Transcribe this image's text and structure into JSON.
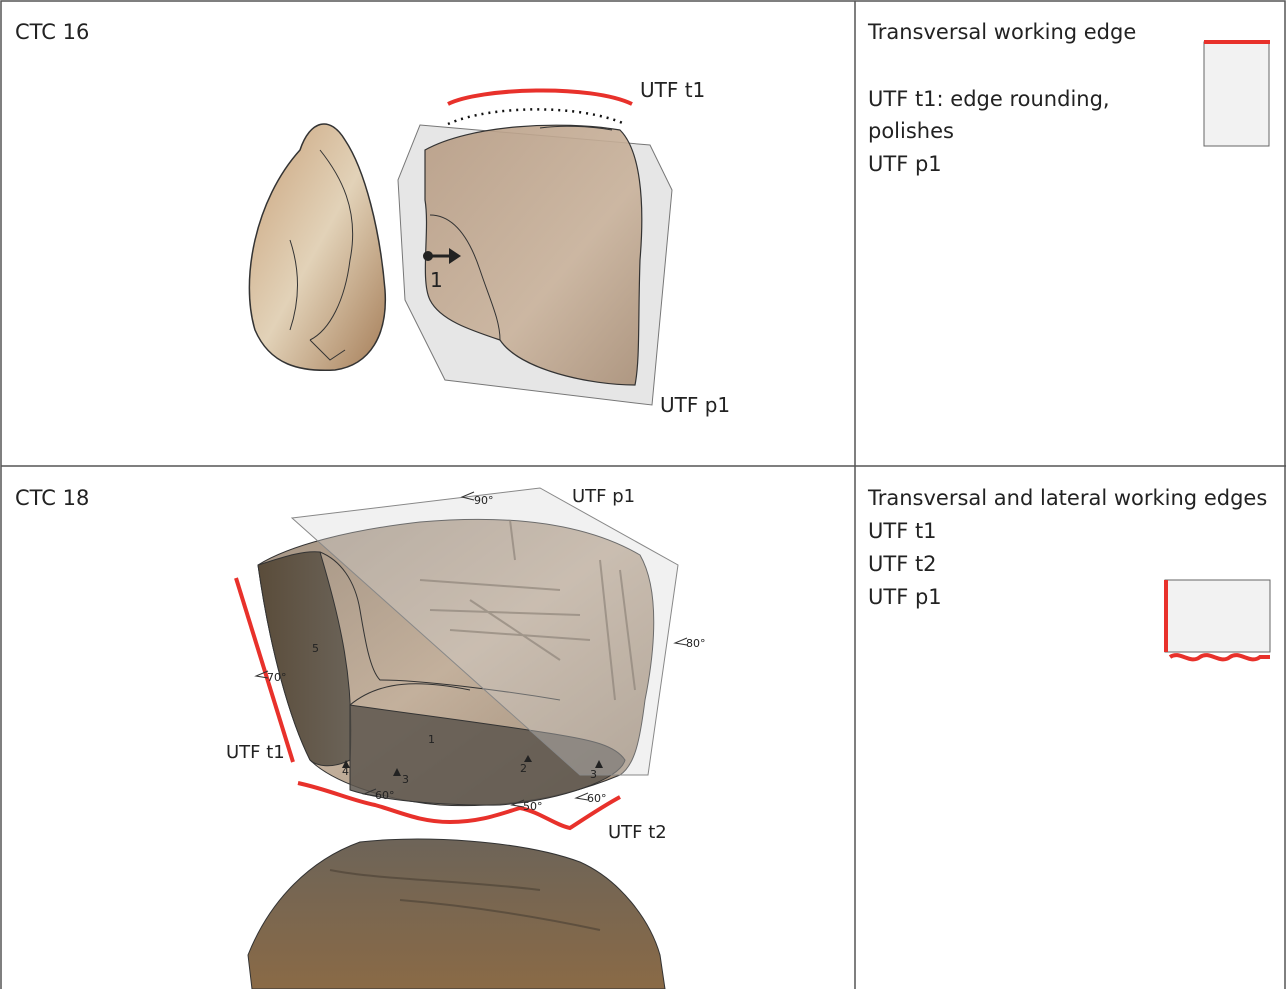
{
  "row1": {
    "id_label": "CTC 16",
    "annotations": {
      "utf_t1": "UTF t1",
      "utf_p1": "UTF p1",
      "scar_number": "1"
    },
    "description": [
      "Transversal working edge",
      "UTF t1: edge rounding,",
      "polishes",
      "UTF p1"
    ]
  },
  "row2": {
    "id_label": "CTC 18",
    "annotations": {
      "utf_p1": "UTF p1",
      "utf_t1": "UTF t1",
      "utf_t2": "UTF t2",
      "angle_top": "90°",
      "angle_right": "80°",
      "angle_left": "70°",
      "angle_bottom_1": "60°",
      "angle_bottom_2": "50°",
      "angle_bottom_3": "60°",
      "scar_1": "1",
      "scar_2": "2",
      "scar_3": "3",
      "scar_3b": "3",
      "scar_4": "4",
      "scar_5": "5"
    },
    "description": [
      "Transversal and lateral working edges",
      "UTF t1",
      "UTF t2",
      "UTF p1"
    ]
  },
  "colors": {
    "border": "#555555",
    "working_edge": "#e8312b",
    "plane": "#cfcfcf",
    "stone_light": "#b89e86",
    "stone_dark": "#5e574c"
  }
}
